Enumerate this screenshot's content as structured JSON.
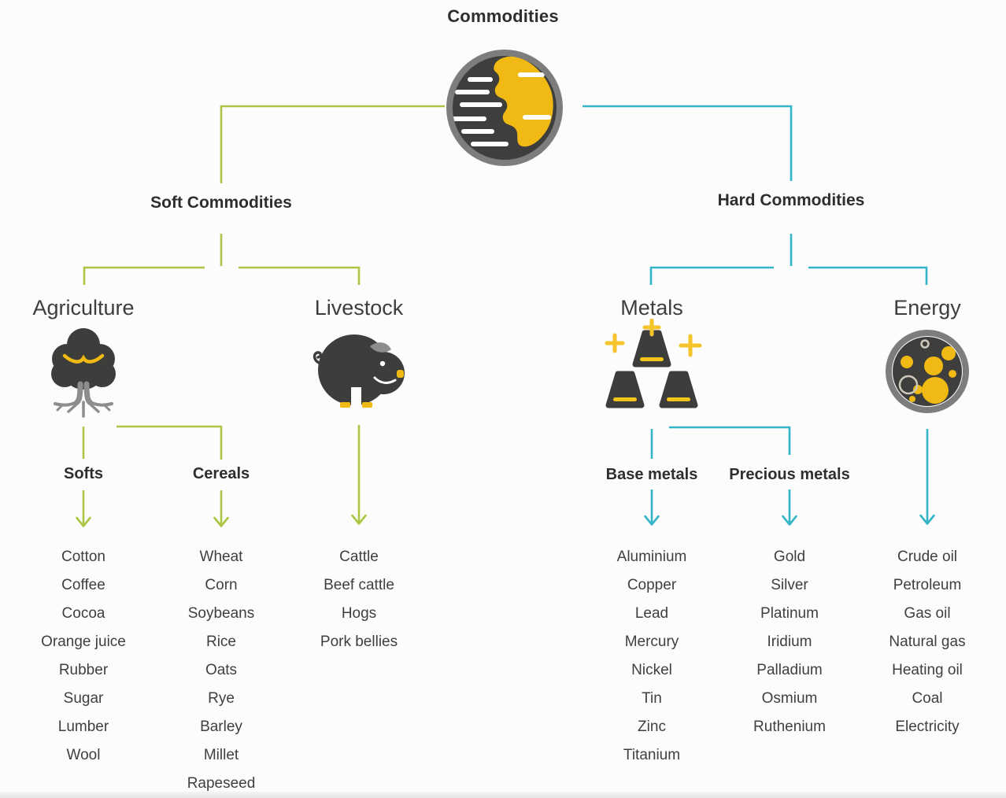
{
  "root": {
    "title": "Commodities",
    "icon": "globe-icon"
  },
  "colors": {
    "soft_line": "#abc643",
    "hard_line": "#33b4c7",
    "accent_yellow": "#f0b913",
    "icon_dark": "#3d3d3b",
    "ring_gray": "#7d7d7d"
  },
  "branches": {
    "soft": {
      "label": "Soft Commodities",
      "children": {
        "agriculture": {
          "label": "Agriculture",
          "icon": "tree-icon",
          "groups": [
            {
              "label": "Softs",
              "items": [
                "Cotton",
                "Coffee",
                "Cocoa",
                "Orange juice",
                "Rubber",
                "Sugar",
                "Lumber",
                "Wool"
              ]
            },
            {
              "label": "Cereals",
              "items": [
                "Wheat",
                "Corn",
                "Soybeans",
                "Rice",
                "Oats",
                "Rye",
                "Barley",
                "Millet",
                "Rapeseed"
              ]
            }
          ]
        },
        "livestock": {
          "label": "Livestock",
          "icon": "pig-icon",
          "items": [
            "Cattle",
            "Beef cattle",
            "Hogs",
            "Pork bellies"
          ]
        }
      }
    },
    "hard": {
      "label": "Hard Commodities",
      "children": {
        "metals": {
          "label": "Metals",
          "icon": "gold-ingots-icon",
          "groups": [
            {
              "label": "Base metals",
              "items": [
                "Aluminium",
                "Copper",
                "Lead",
                "Mercury",
                "Nickel",
                "Tin",
                "Zinc",
                "Titanium"
              ]
            },
            {
              "label": "Precious metals",
              "items": [
                "Gold",
                "Silver",
                "Platinum",
                "Iridium",
                "Palladium",
                "Osmium",
                "Ruthenium"
              ]
            }
          ]
        },
        "energy": {
          "label": "Energy",
          "icon": "oil-bubbles-icon",
          "items": [
            "Crude oil",
            "Petroleum",
            "Gas oil",
            "Natural gas",
            "Heating oil",
            "Coal",
            "Electricity"
          ]
        }
      }
    }
  }
}
